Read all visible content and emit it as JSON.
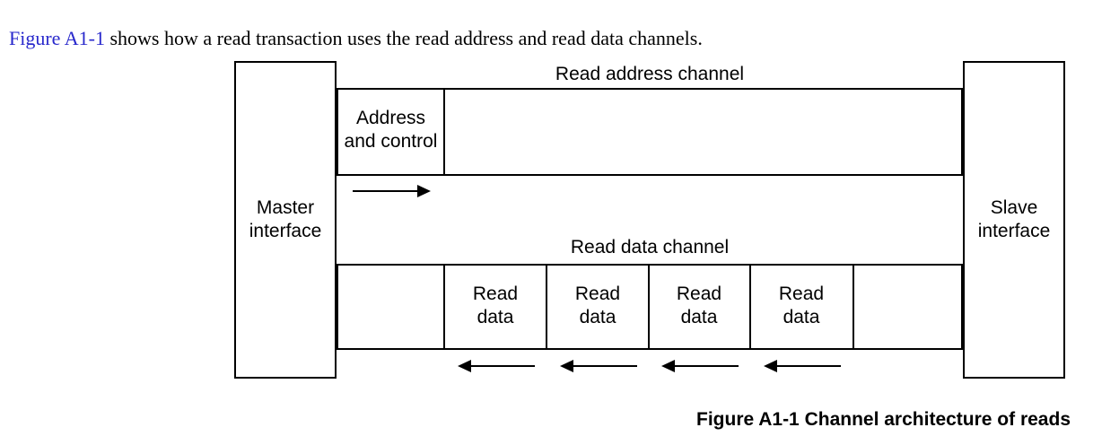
{
  "intro": {
    "link_text": "Figure A1-1",
    "rest_text": " shows how a read transaction uses the read address and read data channels."
  },
  "diagram": {
    "read_address_channel_label": "Read address channel",
    "read_data_channel_label": "Read data channel",
    "master": {
      "line1": "Master",
      "line2": "interface"
    },
    "slave": {
      "line1": "Slave",
      "line2": "interface"
    },
    "address_control": {
      "line1": "Address",
      "line2": "and control"
    },
    "read_data_boxes": [
      {
        "line1": "Read",
        "line2": "data"
      },
      {
        "line1": "Read",
        "line2": "data"
      },
      {
        "line1": "Read",
        "line2": "data"
      },
      {
        "line1": "Read",
        "line2": "data"
      }
    ],
    "arrows": {
      "address_channel_direction": "right",
      "read_data_direction": "left"
    }
  },
  "caption": "Figure A1-1 Channel architecture of reads",
  "colors": {
    "link_blue": "#2929cc",
    "line_black": "#000000",
    "background": "#ffffff"
  }
}
